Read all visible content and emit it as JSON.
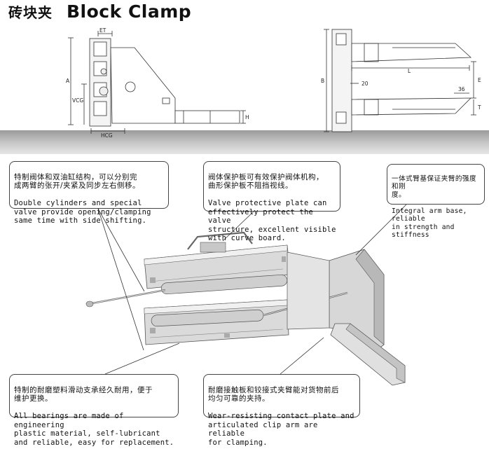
{
  "title": {
    "cn": "砖块夹",
    "en": "Block Clamp"
  },
  "dimensions": {
    "et": "ET",
    "a": "A",
    "vcg": "VCG",
    "hcg": "HCG",
    "h": "H",
    "b": "B",
    "l": "L",
    "e": "E",
    "t": "T",
    "d20": "20",
    "d36": "36"
  },
  "callouts": [
    {
      "cn": "特制阀体和双油缸结构，可以分别完\n成两臂的张开/夹紧及同步左右侧移。",
      "en": "Double cylinders and special\nvalve provide opening/clamping\nsame time with side shifting."
    },
    {
      "cn": "阀体保护板可有效保护阀体机构，\n曲形保护板不阻挡视线。",
      "en": "Valve protective plate can\neffectively protect the valve\nstructure, excellent visible\nwith curve board."
    },
    {
      "cn": "一体式臂基保证夹臂的强度和刚\n度。",
      "en": "Integral arm base, reliable\nin strength and stiffness"
    },
    {
      "cn": "特制的耐磨塑料滑动支承经久耐用，便于\n维护更换。",
      "en": "All bearings are made of engineering\nplastic material, self-lubricant\nand reliable, easy for replacement."
    },
    {
      "cn": "耐磨接触板和铰接式夹臂能对货物前后\n均匀可靠的夹持。",
      "en": "Wear-resisting contact plate and\narticulated clip arm are reliable\nfor clamping."
    }
  ]
}
